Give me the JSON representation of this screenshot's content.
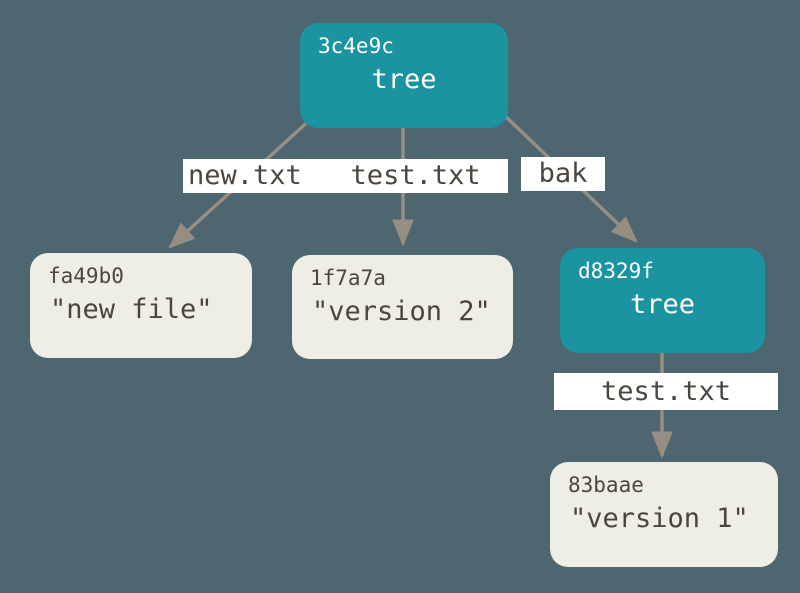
{
  "diagram": {
    "type": "git-object-graph",
    "background": "#4D6670",
    "palette": {
      "tree_fill": "#1B93A1",
      "blob_fill": "#EFEEE6",
      "label_bg": "#FFFFFF",
      "dark_text": "#4B453F",
      "light_text": "#FFFFFF",
      "arrow": "#978E82"
    },
    "nodes": [
      {
        "id": "3c4e9c",
        "kind": "tree",
        "label": "tree"
      },
      {
        "id": "fa49b0",
        "kind": "blob",
        "label": "\"new file\""
      },
      {
        "id": "1f7a7a",
        "kind": "blob",
        "label": "\"version 2\""
      },
      {
        "id": "d8329f",
        "kind": "tree",
        "label": "tree"
      },
      {
        "id": "83baae",
        "kind": "blob",
        "label": "\"version 1\""
      }
    ],
    "edge_labels": [
      {
        "text": "new.txt   test.txt"
      },
      {
        "text": "bak"
      },
      {
        "text": "test.txt"
      }
    ]
  }
}
